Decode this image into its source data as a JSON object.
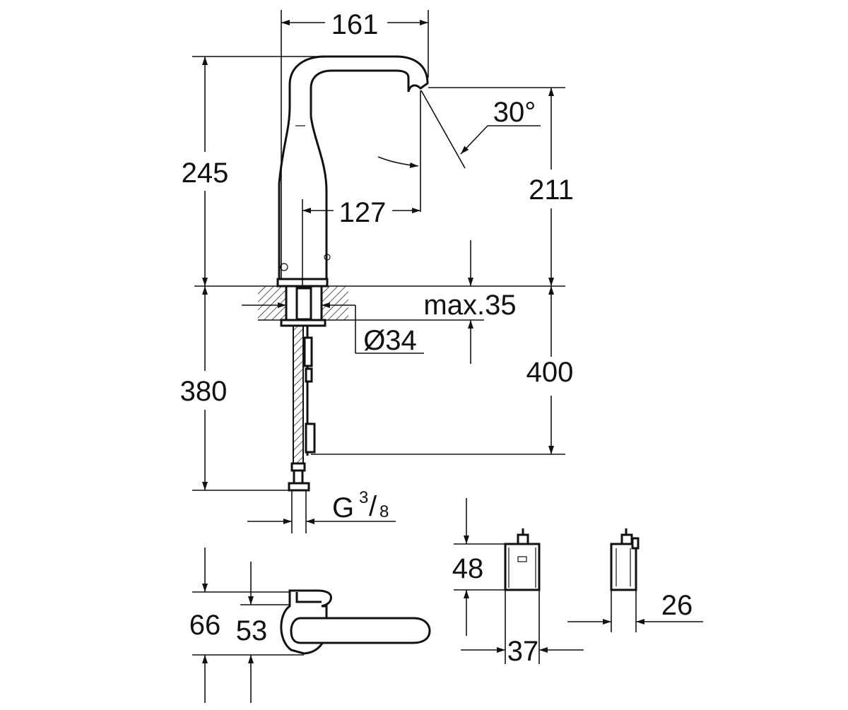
{
  "dimensions": {
    "width_161": "161",
    "height_245": "245",
    "angle_30": "30°",
    "reach_127": "127",
    "height_211": "211",
    "max_35": "max.35",
    "dia_34": "Ø34",
    "height_380": "380",
    "length_400": "400",
    "thread_g": "G",
    "thread_num": "3",
    "thread_den": "8",
    "box_48": "48",
    "box_37": "37",
    "box_26": "26",
    "plan_66": "66",
    "plan_53": "53"
  }
}
